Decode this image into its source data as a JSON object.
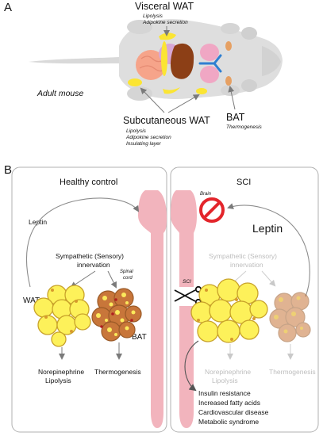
{
  "panelA": {
    "letter": "A",
    "mouse_label": "Adult mouse",
    "visceral": {
      "title": "Visceral WAT",
      "lines": [
        "Lipolysis",
        "Adipokine secretion"
      ]
    },
    "subcutaneous": {
      "title": "Subcutaneous WAT",
      "lines": [
        "Lipolysis",
        "Adipokine secretion",
        "Insulating layer"
      ]
    },
    "bat": {
      "title": "BAT",
      "lines": [
        "Thermogenesis"
      ]
    }
  },
  "panelB": {
    "letter": "B",
    "healthy": {
      "title": "Healthy control",
      "leptin": "Leptin",
      "innervation": [
        "Sympathetic (Sensory)",
        "innervation"
      ],
      "wat": "WAT",
      "bat": "BAT",
      "outcome_wat": [
        "Norepinephrine",
        "Lipolysis"
      ],
      "outcome_bat": "Thermogenesis",
      "spinal_cord": [
        "Spinal",
        "cord"
      ]
    },
    "sci": {
      "title": "SCI",
      "brain": "Brain",
      "leptin": "Leptin",
      "sci_label": "SCI",
      "innervation": [
        "Sympathetic (Sensory)",
        "innervation"
      ],
      "outcome_wat": [
        "Norepinephrine",
        "Lipolysis"
      ],
      "outcome_bat": "Thermogenesis",
      "consequences": [
        "Insulin resistance",
        "Increased fatty acids",
        "Cardiovascular disease",
        "Metabolic syndrome"
      ]
    }
  },
  "colors": {
    "wat_fill": "#fdf15a",
    "bat_fill": "#c8763a",
    "spinal": "#f2b4bd",
    "forbidden": "#e3252b",
    "faded": "#c4c4c4"
  }
}
